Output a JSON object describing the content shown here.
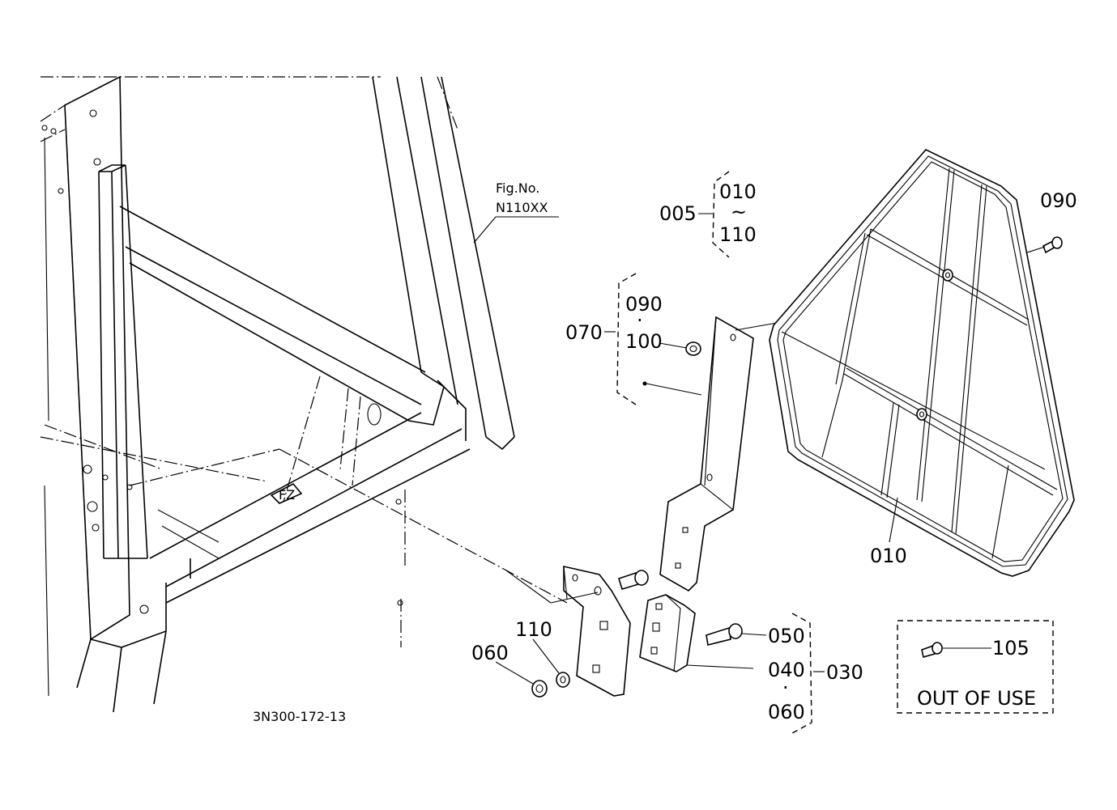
{
  "figure": {
    "fig_no_label": "Fig.No.",
    "fig_no_value": "N110XX",
    "drawing_code": "3N300-172-13"
  },
  "callouts": {
    "group_005": "005",
    "group_005_from": "010",
    "group_005_range": "~",
    "group_005_to": "110",
    "group_070": "070",
    "group_070_a": "090",
    "group_070_dot": "·",
    "group_070_b": "100",
    "part_090_top": "090",
    "part_010": "010",
    "part_110": "110",
    "part_060_left": "060",
    "part_050": "050",
    "part_040": "040",
    "part_030": "030",
    "part_040_dot": "·",
    "part_060_right": "060",
    "part_105": "105"
  },
  "out_of_use": {
    "label": "OUT OF USE"
  }
}
